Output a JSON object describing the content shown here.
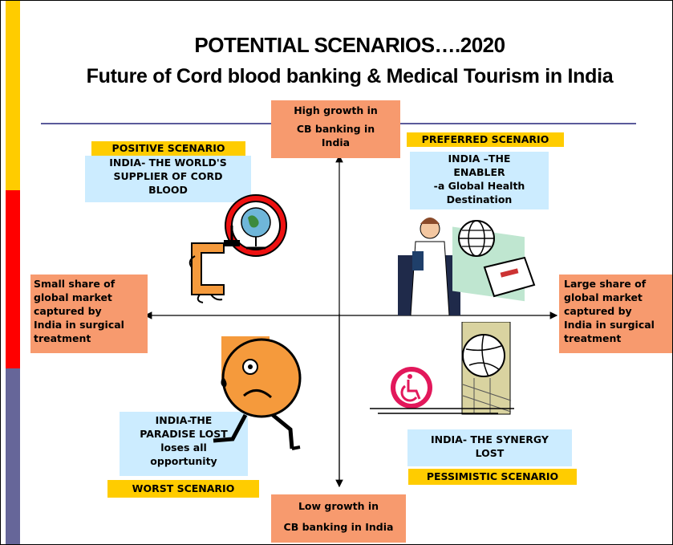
{
  "title": {
    "line1": "POTENTIAL SCENARIOS….2020",
    "line2": "Future of Cord blood banking & Medical Tourism in India"
  },
  "axis": {
    "top": [
      "High growth in",
      "CB banking in",
      "India"
    ],
    "bottom": [
      "Low growth in",
      "CB banking in India"
    ],
    "left": [
      "Small share of",
      "global market",
      "captured by",
      "India in surgical",
      "treatment"
    ],
    "right": [
      "Large share of",
      "global market",
      "captured by",
      "India in surgical",
      "treatment"
    ]
  },
  "quadrants": {
    "top_left": {
      "label": "POSITIVE SCENARIO",
      "desc": [
        "INDIA- THE WORLD'S",
        "SUPPLIER OF CORD",
        "BLOOD"
      ]
    },
    "top_right": {
      "label": "PREFERRED SCENARIO",
      "desc": [
        "INDIA –THE",
        "ENABLER",
        "-a Global Health",
        "Destination"
      ]
    },
    "bottom_left": {
      "label": "WORST SCENARIO",
      "desc": [
        "INDIA-THE",
        "PARADISE LOST",
        "loses all",
        "opportunity"
      ]
    },
    "bottom_right": {
      "label": "PESSIMISTIC SCENARIO",
      "desc": [
        "INDIA- THE SYNERGY",
        "LOST"
      ]
    }
  },
  "colors": {
    "axis_box": "#F79A6E",
    "scenario_label": "#FFCC00",
    "scenario_desc": "#CCECFF",
    "stripe_top": "#FFCC00",
    "stripe_mid": "#FF0000",
    "stripe_bottom": "#666699"
  },
  "icons": [
    "globe-clamp-icon",
    "doctor-globe-briefcase-icon",
    "sad-face-running-icon",
    "wheelchair-volleyball-icon"
  ]
}
